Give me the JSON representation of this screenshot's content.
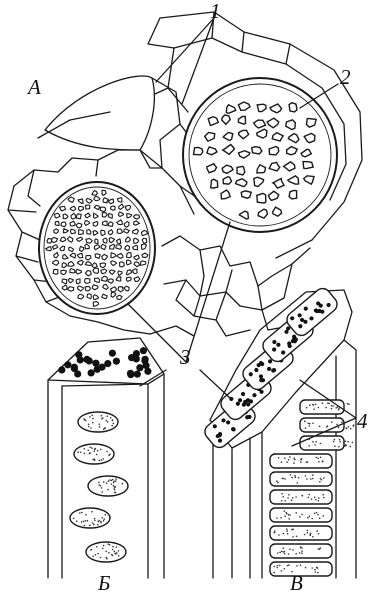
{
  "labels": {
    "panel_a": "А",
    "panel_b": "Б",
    "panel_v": "В",
    "num_1": "1",
    "num_2": "2",
    "num_3": "3",
    "num_4": "4"
  }
}
